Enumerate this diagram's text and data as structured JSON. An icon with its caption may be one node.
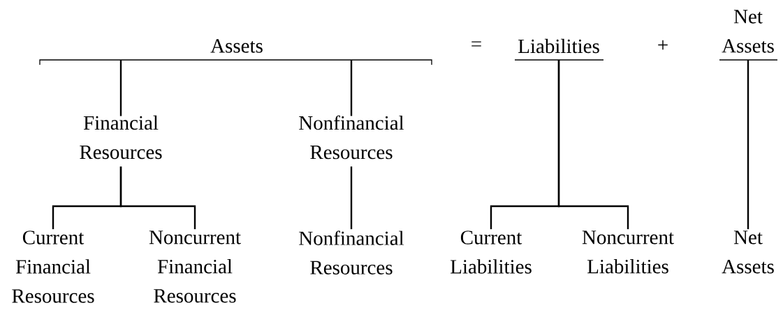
{
  "diagram": {
    "nodes": [
      {
        "text": [
          "Assets"
        ]
      },
      {
        "text": [
          "Liabilities"
        ]
      },
      {
        "text": [
          "Net Assets"
        ]
      },
      {
        "text": [
          "Financial Resources"
        ]
      },
      {
        "text": [
          "Nonfinancial Resources"
        ]
      },
      {
        "text": [
          "Current Financial Resources"
        ]
      },
      {
        "text": [
          "Noncurrent Financial Resources"
        ]
      },
      {
        "text": [
          "Nonfinancial Resources"
        ]
      },
      {
        "text": [
          "Current Liabilities"
        ]
      },
      {
        "text": [
          "Noncurrent Liabilities"
        ]
      },
      {
        "text": [
          "Net Assets"
        ]
      }
    ],
    "edges": [
      {
        "from": 0,
        "to": 3,
        "arrow": "none"
      },
      {
        "from": 0,
        "to": 4,
        "arrow": "none"
      },
      {
        "from": 3,
        "to": 5,
        "arrow": "none"
      },
      {
        "from": 3,
        "to": 6,
        "arrow": "none"
      },
      {
        "from": 4,
        "to": 7,
        "arrow": "none"
      },
      {
        "from": 1,
        "to": 8,
        "arrow": "none"
      },
      {
        "from": 1,
        "to": 9,
        "arrow": "none"
      },
      {
        "from": 2,
        "to": 10,
        "arrow": "none"
      }
    ],
    "labels": [
      "=",
      "+"
    ]
  }
}
